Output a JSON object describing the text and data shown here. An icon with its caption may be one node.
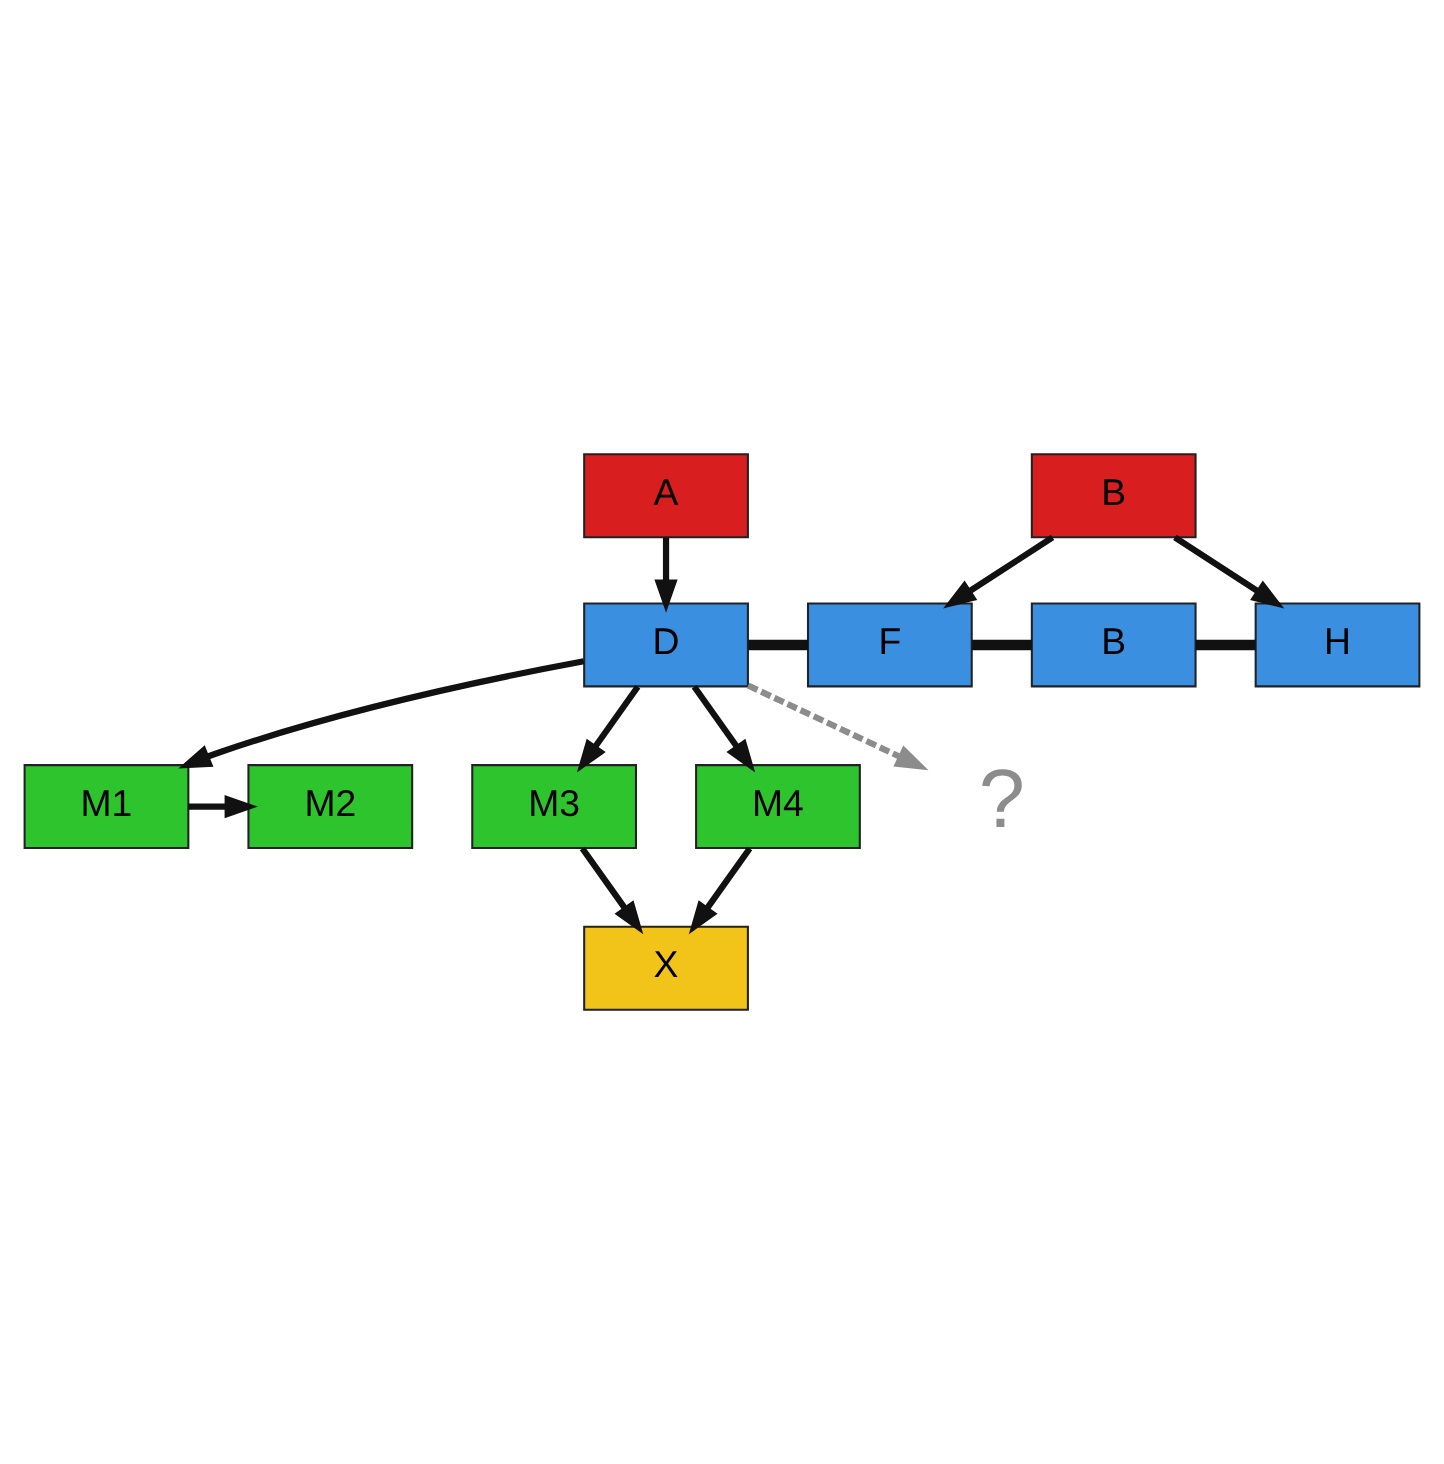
{
  "diagram": {
    "nodes": [
      {
        "text": [
          "A"
        ]
      },
      {
        "text": [
          "B"
        ]
      },
      {
        "text": [
          "D"
        ]
      },
      {
        "text": [
          "F"
        ]
      },
      {
        "text": [
          "B"
        ]
      },
      {
        "text": [
          "H"
        ]
      },
      {
        "text": [
          "M1"
        ]
      },
      {
        "text": [
          "M2"
        ]
      },
      {
        "text": [
          "M3"
        ]
      },
      {
        "text": [
          "M4"
        ]
      },
      {
        "text": [
          "X"
        ]
      },
      {
        "text": [
          "?"
        ]
      }
    ],
    "edges": [
      {
        "from": 0,
        "to": 2,
        "arrow": "to"
      },
      {
        "from": 1,
        "to": 3,
        "arrow": "to"
      },
      {
        "from": 1,
        "to": 5,
        "arrow": "to"
      },
      {
        "from": 2,
        "to": 3,
        "arrow": "none"
      },
      {
        "from": 3,
        "to": 4,
        "arrow": "none"
      },
      {
        "from": 4,
        "to": 5,
        "arrow": "none"
      },
      {
        "from": 2,
        "to": 6,
        "arrow": "to"
      },
      {
        "from": 6,
        "to": 7,
        "arrow": "to"
      },
      {
        "from": 2,
        "to": 8,
        "arrow": "to"
      },
      {
        "from": 2,
        "to": 9,
        "arrow": "to"
      },
      {
        "from": 8,
        "to": 10,
        "arrow": "to"
      },
      {
        "from": 9,
        "to": 10,
        "arrow": "to"
      },
      {
        "from": 2,
        "to": 11,
        "arrow": "to",
        "style": "dashed",
        "color": "#8c8c8c"
      }
    ]
  }
}
